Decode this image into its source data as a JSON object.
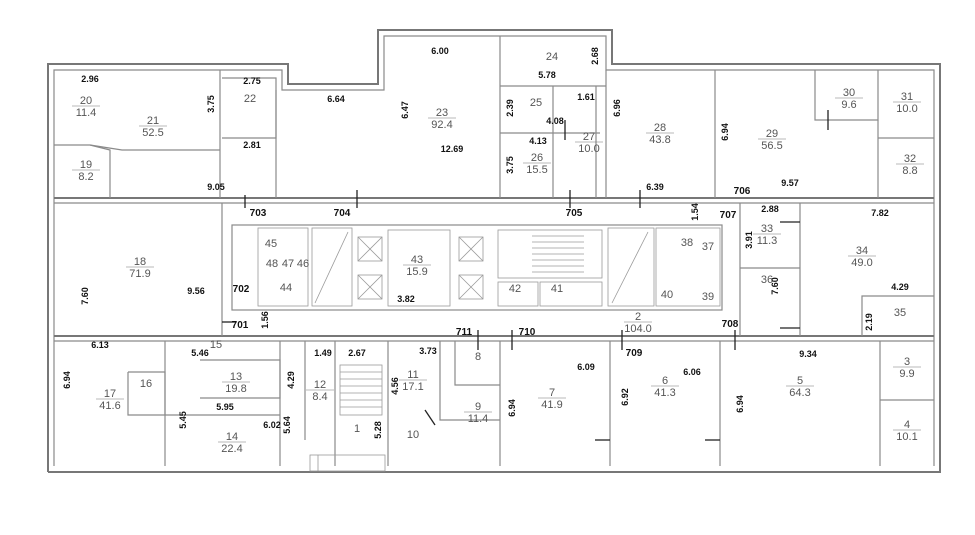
{
  "rooms": [
    {
      "id": "r1",
      "num": "1",
      "area": ""
    },
    {
      "id": "r2",
      "num": "2",
      "area": "104.0"
    },
    {
      "id": "r3",
      "num": "3",
      "area": "9.9"
    },
    {
      "id": "r4",
      "num": "4",
      "area": "10.1"
    },
    {
      "id": "r5",
      "num": "5",
      "area": "64.3"
    },
    {
      "id": "r6",
      "num": "6",
      "area": "41.3"
    },
    {
      "id": "r7",
      "num": "7",
      "area": "41.9"
    },
    {
      "id": "r8",
      "num": "8",
      "area": ""
    },
    {
      "id": "r9",
      "num": "9",
      "area": "11.4"
    },
    {
      "id": "r10",
      "num": "10",
      "area": ""
    },
    {
      "id": "r11",
      "num": "11",
      "area": "17.1"
    },
    {
      "id": "r12",
      "num": "12",
      "area": "8.4"
    },
    {
      "id": "r13",
      "num": "13",
      "area": "19.8"
    },
    {
      "id": "r14",
      "num": "14",
      "area": "22.4"
    },
    {
      "id": "r15",
      "num": "15",
      "area": ""
    },
    {
      "id": "r16",
      "num": "16",
      "area": ""
    },
    {
      "id": "r17",
      "num": "17",
      "area": "41.6"
    },
    {
      "id": "r18",
      "num": "18",
      "area": "71.9"
    },
    {
      "id": "r19",
      "num": "19",
      "area": "8.2"
    },
    {
      "id": "r20",
      "num": "20",
      "area": "11.4"
    },
    {
      "id": "r21",
      "num": "21",
      "area": "52.5"
    },
    {
      "id": "r22",
      "num": "22",
      "area": ""
    },
    {
      "id": "r23",
      "num": "23",
      "area": "92.4"
    },
    {
      "id": "r24",
      "num": "24",
      "area": ""
    },
    {
      "id": "r25",
      "num": "25",
      "area": ""
    },
    {
      "id": "r26",
      "num": "26",
      "area": "15.5"
    },
    {
      "id": "r27",
      "num": "27",
      "area": "10.0"
    },
    {
      "id": "r28",
      "num": "28",
      "area": "43.8"
    },
    {
      "id": "r29",
      "num": "29",
      "area": "56.5"
    },
    {
      "id": "r30",
      "num": "30",
      "area": "9.6"
    },
    {
      "id": "r31",
      "num": "31",
      "area": "10.0"
    },
    {
      "id": "r32",
      "num": "32",
      "area": "8.8"
    },
    {
      "id": "r33",
      "num": "33",
      "area": "11.3"
    },
    {
      "id": "r34",
      "num": "34",
      "area": "49.0"
    },
    {
      "id": "r35",
      "num": "35",
      "area": ""
    },
    {
      "id": "r36",
      "num": "36",
      "area": ""
    },
    {
      "id": "r37",
      "num": "37",
      "area": ""
    },
    {
      "id": "r38",
      "num": "38",
      "area": ""
    },
    {
      "id": "r39",
      "num": "39",
      "area": ""
    },
    {
      "id": "r40",
      "num": "40",
      "area": ""
    },
    {
      "id": "r41",
      "num": "41",
      "area": ""
    },
    {
      "id": "r42",
      "num": "42",
      "area": ""
    },
    {
      "id": "r43",
      "num": "43",
      "area": "15.9"
    },
    {
      "id": "r44",
      "num": "44",
      "area": ""
    },
    {
      "id": "r45",
      "num": "45",
      "area": ""
    },
    {
      "id": "r46",
      "num": "46",
      "area": ""
    },
    {
      "id": "r47",
      "num": "47",
      "area": ""
    },
    {
      "id": "r48",
      "num": "48",
      "area": ""
    }
  ],
  "dimensions": [
    "2.96",
    "3.75",
    "2.75",
    "2.81",
    "6.64",
    "6.47",
    "6.00",
    "12.69",
    "5.78",
    "2.68",
    "2.39",
    "4.08",
    "1.61",
    "4.13",
    "3.75",
    "6.96",
    "6.39",
    "6.94",
    "9.57",
    "9.05",
    "1.54",
    "2.88",
    "7.82",
    "3.91",
    "7.60",
    "4.29",
    "2.19",
    "7.60",
    "9.56",
    "1.56",
    "6.13",
    "5.46",
    "1.49",
    "2.67",
    "3.73",
    "4.56",
    "6.09",
    "6.06",
    "9.34",
    "6.94",
    "4.29",
    "5.95",
    "5.45",
    "6.02",
    "5.64",
    "5.28",
    "6.94",
    "6.92",
    "6.94",
    "3.82"
  ],
  "doors": [
    "701",
    "702",
    "703",
    "704",
    "705",
    "706",
    "707",
    "708",
    "709",
    "710",
    "711"
  ],
  "colors": {
    "wall": "#8a8a8a",
    "text": "#222222"
  }
}
